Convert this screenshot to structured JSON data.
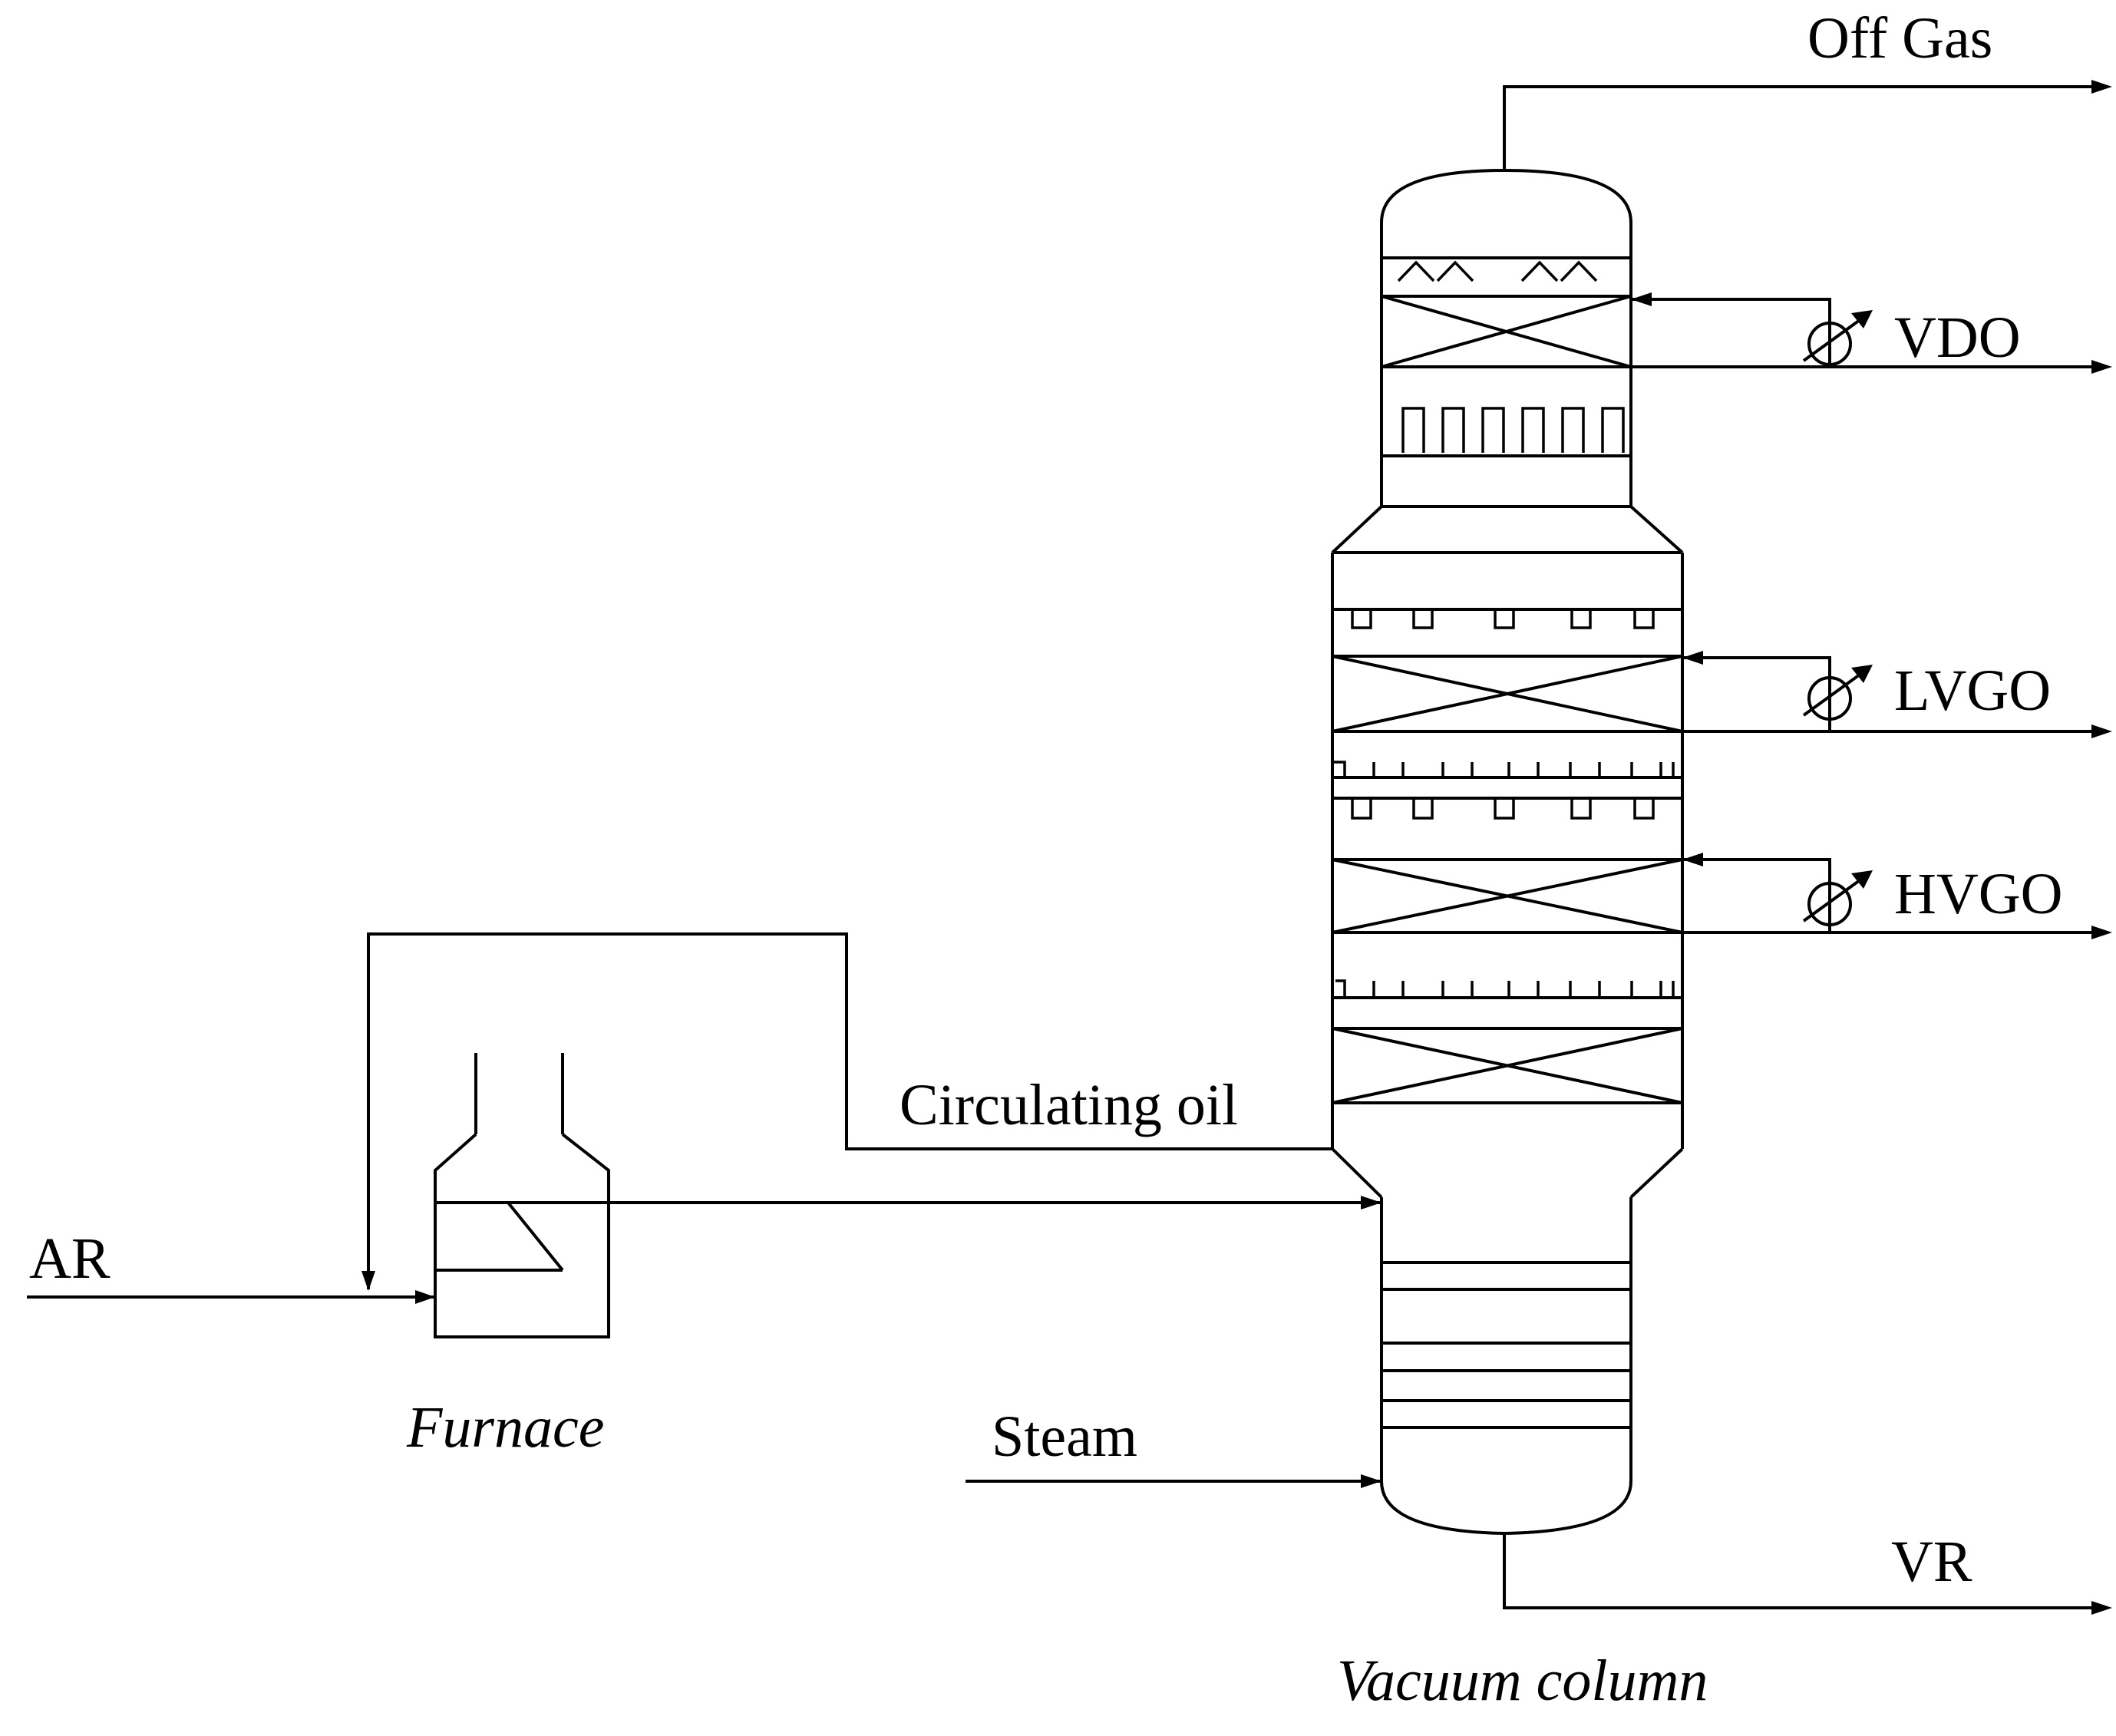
{
  "streams": {
    "off_gas": "Off Gas",
    "vdo": "VDO",
    "lvgo": "LVGO",
    "hvgo": "HVGO",
    "circulating_oil": "Circulating oil",
    "ar": "AR",
    "steam": "Steam",
    "vr": "VR"
  },
  "equipment": {
    "furnace": "Furnace",
    "vacuum_column": "Vacuum column"
  },
  "colors": {
    "line": "#000000",
    "background": "#ffffff"
  }
}
